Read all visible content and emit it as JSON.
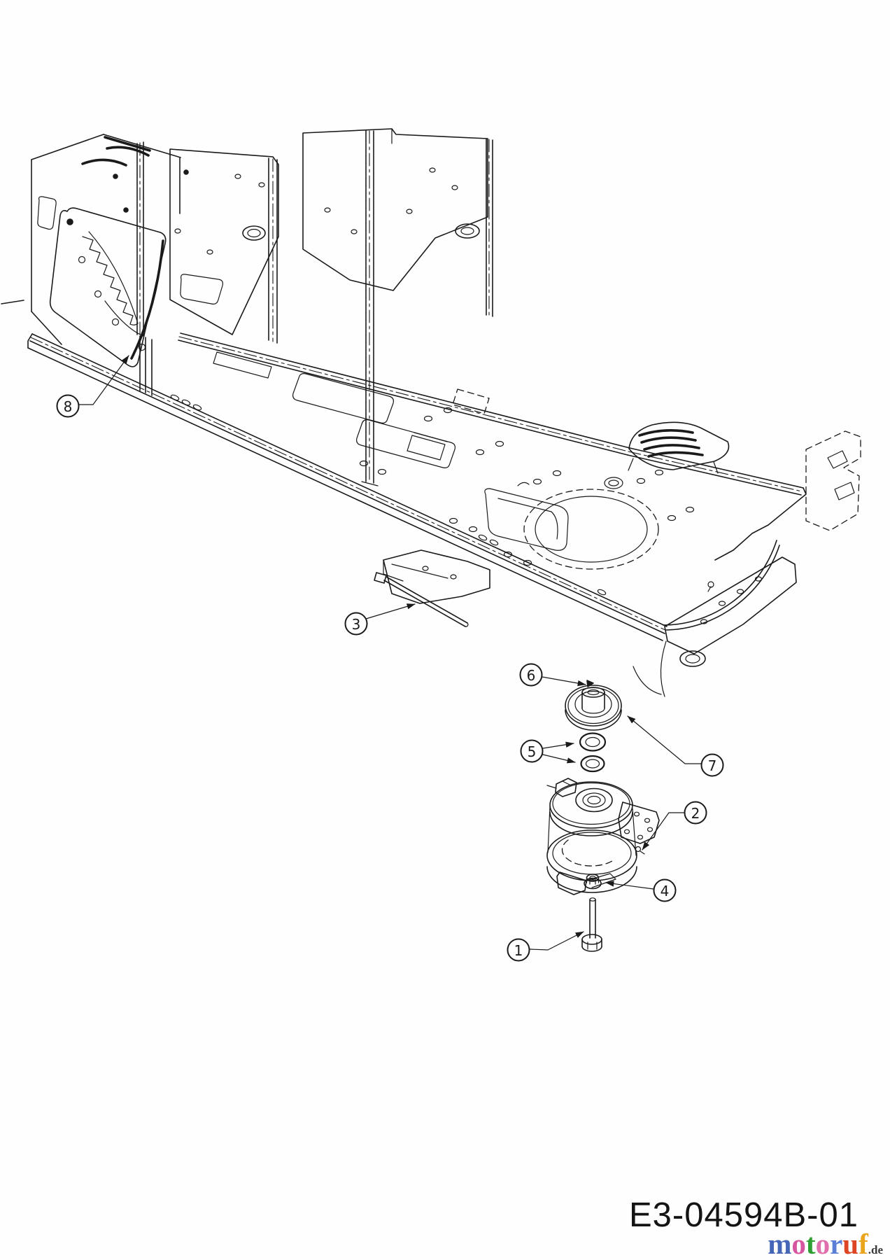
{
  "colors": {
    "line": "#1a1a1a",
    "background": "#fefefe"
  },
  "drawing": {
    "description": "exploded-parts-diagram",
    "callouts": [
      {
        "label": "1"
      },
      {
        "label": "2"
      },
      {
        "label": "3"
      },
      {
        "label": "4"
      },
      {
        "label": "5"
      },
      {
        "label": "6"
      },
      {
        "label": "7"
      },
      {
        "label": "8"
      }
    ]
  },
  "footer": {
    "part_code": "E3-04594B-01"
  },
  "logo": {
    "letters": [
      {
        "char": "m",
        "color": "#4667b8"
      },
      {
        "char": "o",
        "color": "#d6569f"
      },
      {
        "char": "t",
        "color": "#2f9e33"
      },
      {
        "char": "o",
        "color": "#e06fad"
      },
      {
        "char": "r",
        "color": "#5b7fd6"
      },
      {
        "char": "u",
        "color": "#de4524"
      },
      {
        "char": "f",
        "color": "#eaa41e"
      }
    ],
    "suffix": ".de",
    "suffix_color": "#3a3a3a"
  }
}
